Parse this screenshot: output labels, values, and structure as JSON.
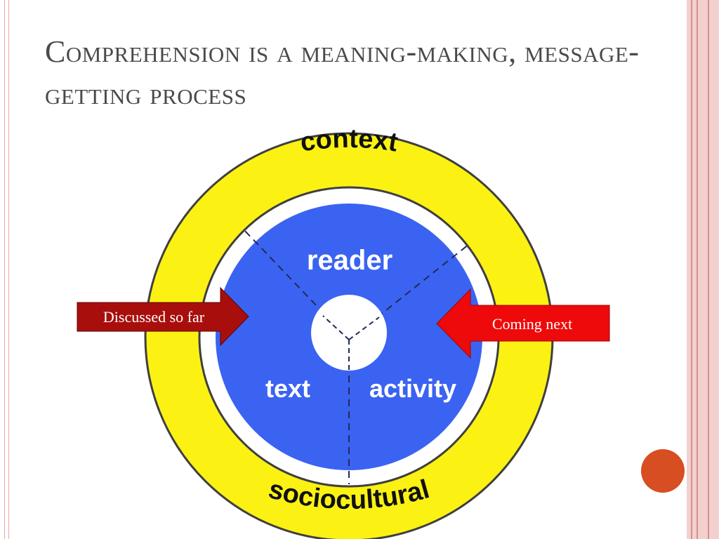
{
  "slide": {
    "title": "Comprehension is a meaning-making, message-getting process"
  },
  "diagram": {
    "outer_ring_top": "context",
    "outer_ring_bottom": "sociocultural",
    "segments": [
      "reader",
      "text",
      "activity"
    ]
  },
  "arrows": {
    "left_label": "Discussed so far",
    "right_label": "Coming next"
  },
  "colors": {
    "ring_yellow": "#fbf214",
    "ring_outline": "#3f3f3f",
    "inner_blue": "#3b63f2",
    "left_arrow": "#a80f0c",
    "right_arrow": "#ee0a0a",
    "accent_dot": "#d74e22",
    "border_pink": "#f1d0ce"
  }
}
